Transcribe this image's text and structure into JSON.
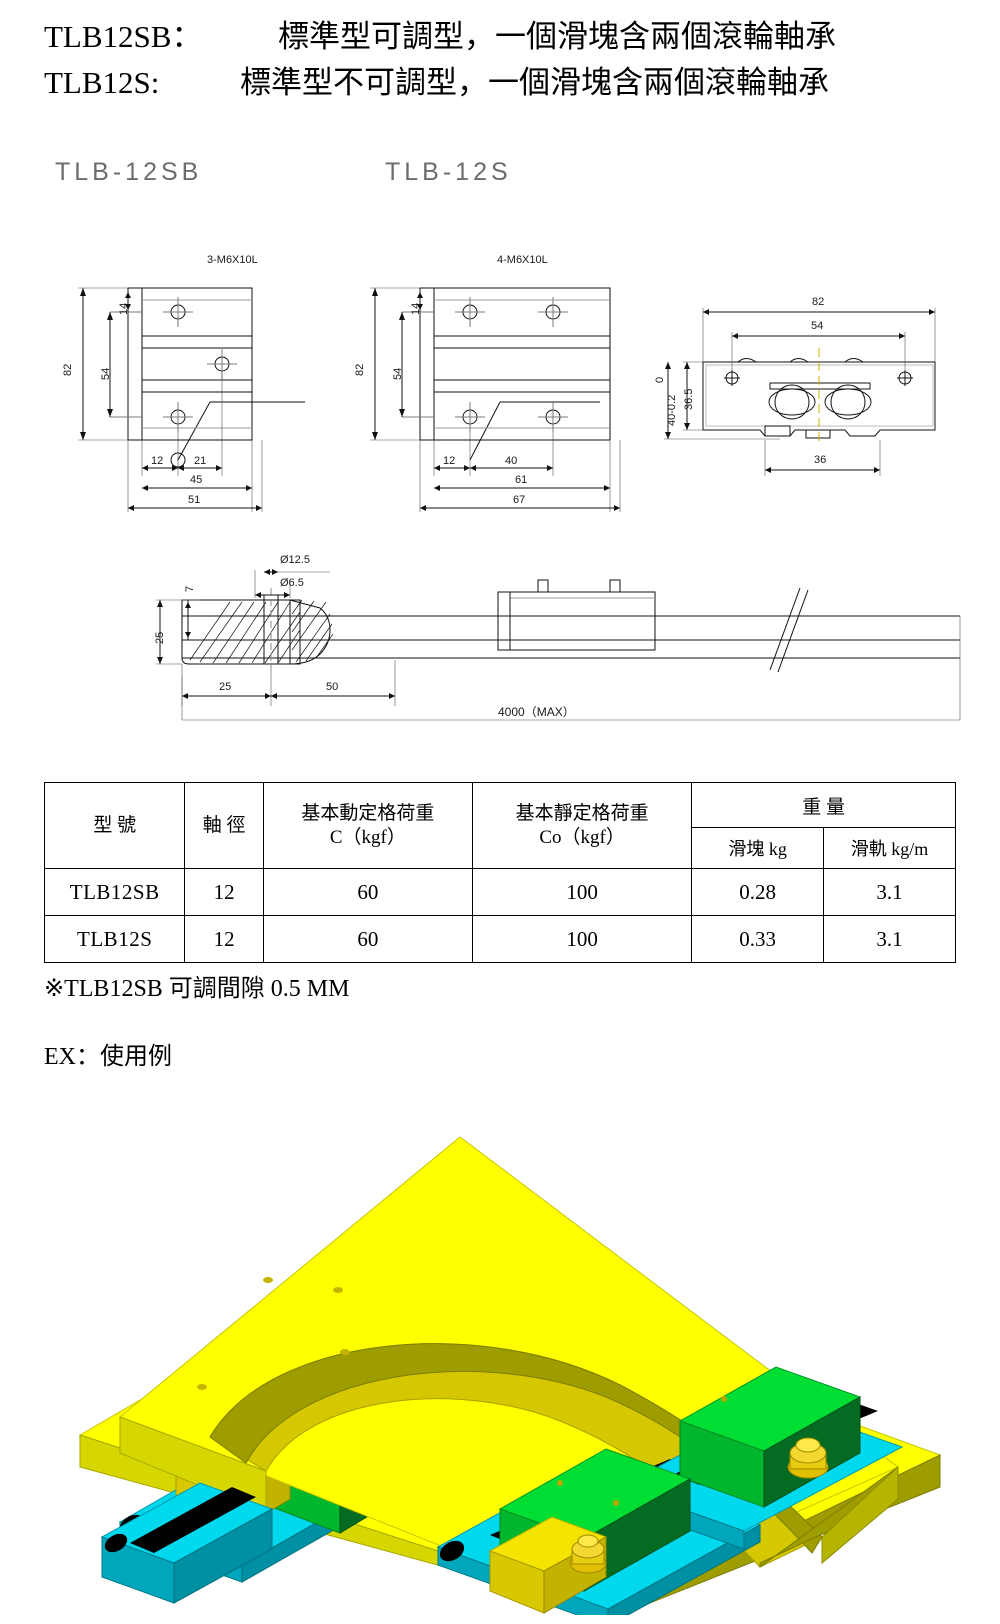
{
  "header": {
    "lines": [
      {
        "code": "TLB12SB：",
        "desc": "標準型可調型，一個滑塊含兩個滾輪軸承"
      },
      {
        "code": "TLB12S:",
        "desc": "標準型不可調型，一個滑塊含兩個滾輪軸承"
      }
    ]
  },
  "drawings": {
    "left_title": "TLB-12SB",
    "right_title": "TLB-12S",
    "left_view": {
      "callout": "3-M6X10L",
      "dim_14": "14",
      "dim_54": "54",
      "dim_82": "82",
      "dim_12": "12",
      "dim_21": "21",
      "dim_45": "45",
      "dim_51": "51"
    },
    "right_view": {
      "callout": "4-M6X10L",
      "dim_14": "14",
      "dim_54": "54",
      "dim_82": "82",
      "dim_12": "12",
      "dim_40": "40",
      "dim_61": "61",
      "dim_67": "67"
    },
    "section_view": {
      "dim_82": "82",
      "dim_54": "54",
      "dim_36_5": "36.5",
      "dim_40_tol_top": "0",
      "dim_40_tol_bot": "40-0.2",
      "dim_36": "36"
    },
    "side_view": {
      "dia_12_5": "Ø12.5",
      "dia_6_5": "Ø6.5",
      "dim_7": "7",
      "dim_25_h": "25",
      "dim_25": "25",
      "dim_50": "50",
      "length_max": "4000（MAX）"
    }
  },
  "table": {
    "headers": {
      "model": "型  號",
      "shaft": "軸 徑",
      "dynamic_l1": "基本動定格荷重",
      "dynamic_l2": "C（kgf）",
      "static_l1": "基本靜定格荷重",
      "static_l2": "Co（kgf）",
      "weight": "重  量",
      "weight_block": "滑塊 kg",
      "weight_rail": "滑軌 kg/m"
    },
    "rows": [
      {
        "model": "TLB12SB",
        "shaft": "12",
        "dynamic": "60",
        "static": "100",
        "w_block": "0.28",
        "w_rail": "3.1"
      },
      {
        "model": "TLB12S",
        "shaft": "12",
        "dynamic": "60",
        "static": "100",
        "w_block": "0.33",
        "w_rail": "3.1"
      }
    ]
  },
  "notes": {
    "clearance": "※TLB12SB 可調間隙 0.5 MM",
    "example": "EX：使用例"
  },
  "colors": {
    "plate_top": "#ffff00",
    "plate_side": "#d6d600",
    "plate_front": "#9d9d00",
    "bracket_green": "#00dd33",
    "bracket_green_dark": "#00962a",
    "bracket_green_darker": "#046b22",
    "slider_cyan": "#00d8ee",
    "slider_cyan_dark": "#00a6bb",
    "rail_black": "#000000",
    "screw_gold": "#e0c000",
    "line": "#000000"
  }
}
